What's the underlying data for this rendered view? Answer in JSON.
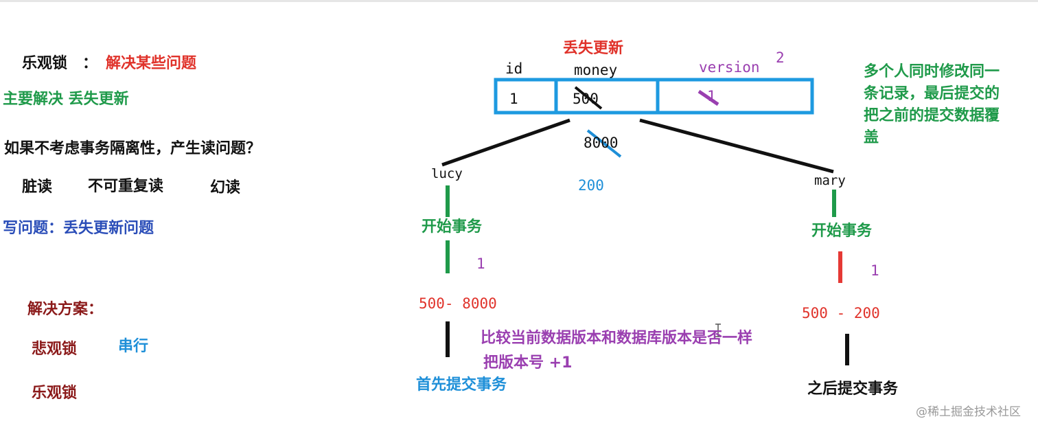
{
  "colors": {
    "black": "#111111",
    "red": "#e0322a",
    "green": "#1f9a4a",
    "blue": "#1e8fd8",
    "purple": "#9a3fb0",
    "navy": "#2a4db8",
    "darkred": "#8b1a1a",
    "table_border": "#1e9ae0",
    "bar_red": "#e53935"
  },
  "left": {
    "optimistic_label": "乐观锁",
    "colon": "：",
    "solves_some": "解决某些问题",
    "main_solve": "主要解决 丢失更新",
    "question": "如果不考虑事务隔离性，产生读问题？",
    "dirty_read": "脏读",
    "non_repeatable": "不可重复读",
    "phantom": "幻读",
    "write_problem": "写问题：丢失更新问题",
    "solutions_title": "解决方案：",
    "pessimistic": "悲观锁",
    "serial": "串行",
    "optimistic": "乐观锁"
  },
  "table": {
    "title": "丢失更新",
    "headers": {
      "id": "id",
      "money": "money",
      "version": "version"
    },
    "row": {
      "id": "1",
      "money": "500",
      "version": "1"
    },
    "new_version": "2",
    "overwritten_value": "8000",
    "final_value": "200"
  },
  "note": {
    "lines": [
      "多个人同时修改同一",
      "条记录，最后提交的",
      "把之前的提交数据覆",
      "盖"
    ]
  },
  "lucy": {
    "name": "lucy",
    "start_tx": "开始事务",
    "version": "1",
    "calc": "500- 8000",
    "commit": "首先提交事务"
  },
  "mary": {
    "name": "mary",
    "start_tx": "开始事务",
    "version": "1",
    "calc": "500 - 200",
    "commit": "之后提交事务"
  },
  "middle": {
    "compare": "比较当前数据版本和数据库版本是否一样",
    "increment": "把版本号 +1"
  },
  "watermark": {
    "text": "@稀土掘金技术社区"
  }
}
